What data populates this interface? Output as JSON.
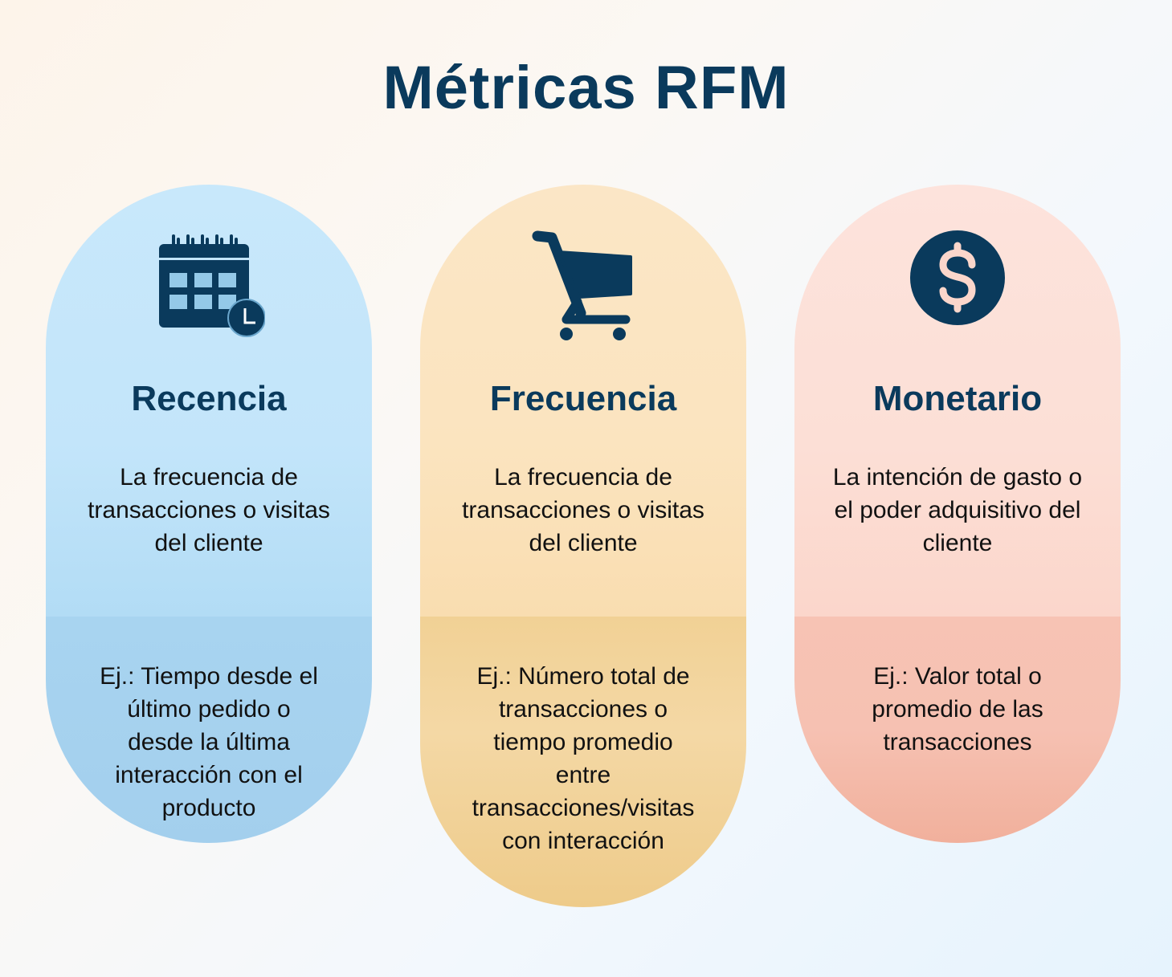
{
  "title": "Métricas RFM",
  "colors": {
    "title": "#0a3a5c",
    "icon": "#0a3a5c",
    "recencia_bg": "#c3e5fa",
    "frecuencia_bg": "#fbe4bf",
    "monetario_bg": "#fcdfd6"
  },
  "metrics": [
    {
      "icon": "calendar-clock-icon",
      "heading": "Recencia",
      "description": "La frecuencia de transacciones o visitas del cliente",
      "description_lines": [
        "La frecuencia de",
        "transacciones o visitas",
        "del cliente"
      ],
      "example": "Ej.: Tiempo desde el último pedido o desde la última interacción con el producto",
      "example_lines": [
        "Ej.: Tiempo desde el",
        "último pedido o",
        "desde la última",
        "interacción con el",
        "producto"
      ]
    },
    {
      "icon": "shopping-cart-icon",
      "heading": "Frecuencia",
      "description": "La frecuencia de transacciones o visitas del cliente",
      "description_lines": [
        "La frecuencia de",
        "transacciones o visitas",
        "del cliente"
      ],
      "example": "Ej.: Número total de transacciones o tiempo promedio entre transacciones/visitas con interacción",
      "example_lines": [
        "Ej.: Número total de",
        "transacciones o",
        "tiempo promedio",
        "entre",
        "transacciones/visitas",
        "con interacción"
      ]
    },
    {
      "icon": "dollar-coin-icon",
      "heading": "Monetario",
      "description": "La intención de gasto o el poder adquisitivo del cliente",
      "description_lines": [
        "La intención de gasto o",
        "el poder adquisitivo del",
        "cliente"
      ],
      "example": "Ej.: Valor total o promedio de las transacciones",
      "example_lines": [
        "Ej.: Valor total o",
        "promedio de las",
        "transacciones"
      ]
    }
  ]
}
